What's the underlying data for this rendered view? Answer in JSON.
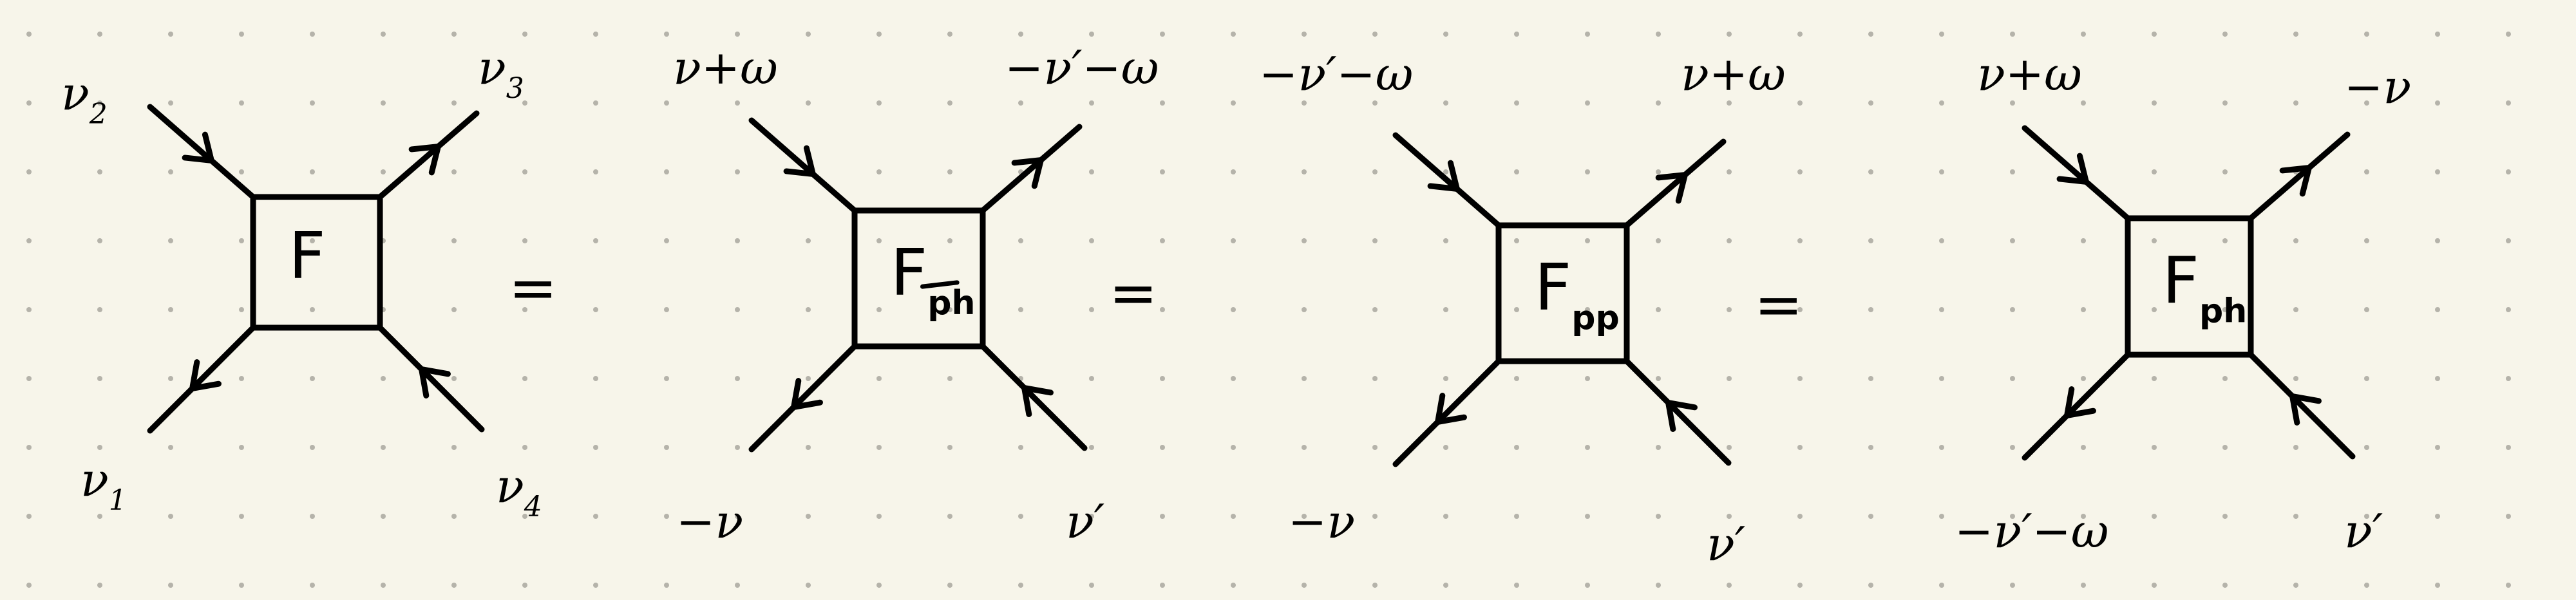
{
  "colors": {
    "background": "#f7f5ea",
    "ink": "#000000",
    "grid_dot": "#b5b3aa"
  },
  "equals": "=",
  "diagrams": [
    {
      "vertex": "F",
      "vertex_sub": "",
      "vertex_sub_bar": false,
      "top_left": {
        "base": "ν",
        "sub": "2"
      },
      "top_right": {
        "base": "ν",
        "sub": "3"
      },
      "bottom_left": {
        "base": "ν",
        "sub": "1"
      },
      "bottom_right": {
        "base": "ν",
        "sub": "4"
      }
    },
    {
      "vertex": "F",
      "vertex_sub": "ph",
      "vertex_sub_bar": true,
      "top_left": {
        "base": "ν+ω",
        "sub": ""
      },
      "top_right": {
        "base": "−ν′−ω",
        "sub": ""
      },
      "bottom_left": {
        "base": "−ν",
        "sub": ""
      },
      "bottom_right": {
        "base": "ν′",
        "sub": ""
      }
    },
    {
      "vertex": "F",
      "vertex_sub": "pp",
      "vertex_sub_bar": false,
      "top_left": {
        "base": "−ν′−ω",
        "sub": ""
      },
      "top_right": {
        "base": "ν+ω",
        "sub": ""
      },
      "bottom_left": {
        "base": "−ν",
        "sub": ""
      },
      "bottom_right": {
        "base": "ν′",
        "sub": ""
      }
    },
    {
      "vertex": "F",
      "vertex_sub": "ph",
      "vertex_sub_bar": false,
      "top_left": {
        "base": "ν+ω",
        "sub": ""
      },
      "top_right": {
        "base": "−ν",
        "sub": ""
      },
      "bottom_left": {
        "base": "−ν′−ω",
        "sub": ""
      },
      "bottom_right": {
        "base": "ν′",
        "sub": ""
      }
    }
  ]
}
